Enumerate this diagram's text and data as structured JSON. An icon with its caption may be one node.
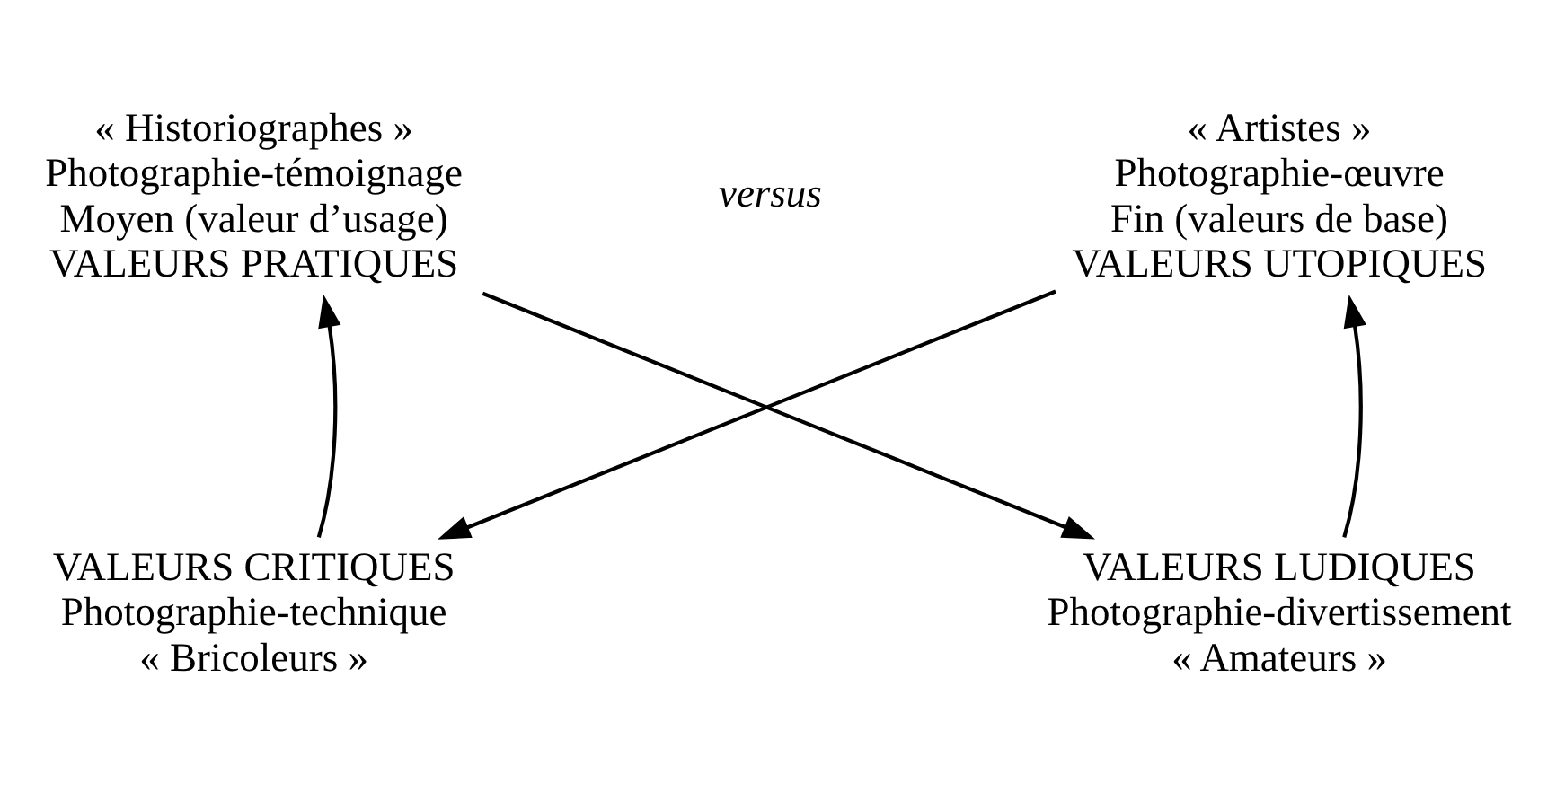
{
  "diagram": {
    "nodes": [
      {
        "text": [
          "« Historiographes »",
          "Photographie-témoignage",
          "Moyen (valeur d’usage)",
          "VALEURS PRATIQUES"
        ]
      },
      {
        "text": [
          "« Artistes »",
          "Photographie-œuvre",
          "Fin (valeurs de base)",
          "VALEURS UTOPIQUES"
        ]
      },
      {
        "text": [
          "VALEURS CRITIQUES",
          "Photographie-technique",
          "« Bricoleurs »"
        ]
      },
      {
        "text": [
          "VALEURS LUDIQUES",
          "Photographie-divertissement",
          "« Amateurs »"
        ]
      }
    ],
    "edges": [
      {
        "from": 2,
        "to": 0,
        "arrow": "to"
      },
      {
        "from": 1,
        "to": 2,
        "arrow": "to"
      },
      {
        "from": 0,
        "to": 3,
        "arrow": "to"
      },
      {
        "from": 3,
        "to": 1,
        "arrow": "to"
      }
    ],
    "labels": [
      "versus"
    ]
  }
}
